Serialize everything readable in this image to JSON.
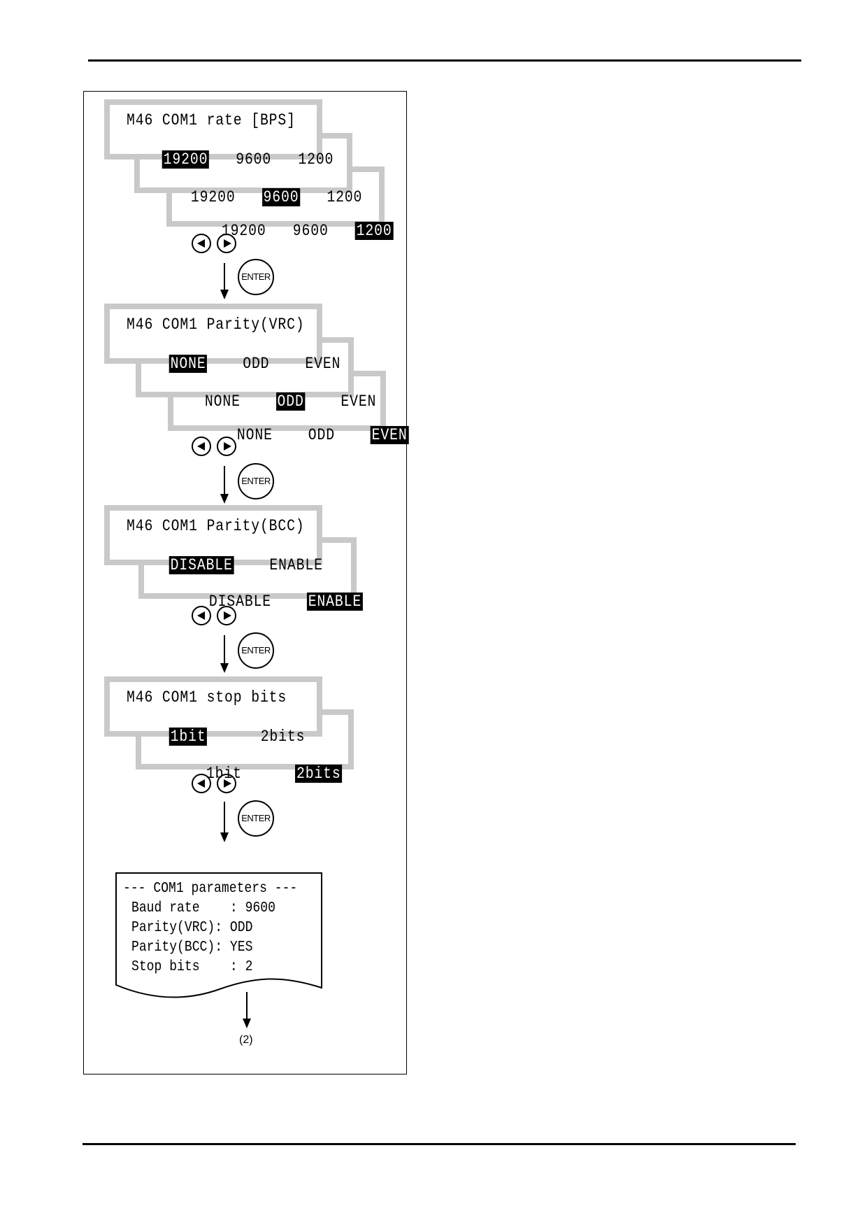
{
  "screens": {
    "bps": {
      "title": "M46 COM1 rate [BPS]",
      "options": [
        "19200",
        "9600",
        "1200"
      ]
    },
    "vrc": {
      "title": "M46 COM1 Parity(VRC)",
      "options": [
        "NONE",
        "ODD",
        "EVEN"
      ]
    },
    "bcc": {
      "title": "M46 COM1 Parity(BCC)",
      "options": [
        "DISABLE",
        "ENABLE"
      ]
    },
    "stop": {
      "title": "M46 COM1 stop bits",
      "options": [
        "1bit",
        "2bits"
      ]
    }
  },
  "keys": {
    "enter_label": "ENTER"
  },
  "printout": {
    "header": "--- COM1 parameters ---",
    "rows": [
      {
        "label": "Baud rate   ",
        "value": "9600"
      },
      {
        "label": "Parity(VRC)",
        "value": "ODD"
      },
      {
        "label": "Parity(BCC)",
        "value": "YES"
      },
      {
        "label": "Stop bits   ",
        "value": "2"
      }
    ]
  },
  "continuation": "(2)"
}
